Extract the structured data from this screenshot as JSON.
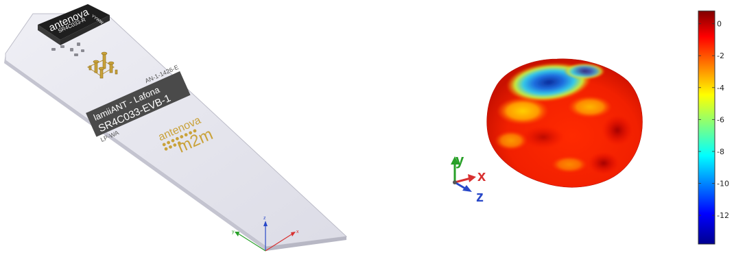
{
  "board": {
    "chip_brand": "antenova",
    "chip_part": "SR4C033-R",
    "chip_code": "YYWW",
    "product_line": "lamiiANT - Lafona",
    "product_code": "SR4C033-EVB-1",
    "doc_ref": "AN-1-1426-E",
    "variant": "LP-WA",
    "logo_brand": "antenova",
    "logo_m2m": "m2m",
    "triad_labels": {
      "x": "x",
      "y": "y",
      "z": "z"
    }
  },
  "pattern_axes": {
    "y": "y",
    "x": "x",
    "z": "z"
  },
  "colorbar": {
    "ticks": [
      "0",
      "-2",
      "-4",
      "-6",
      "-8",
      "-10",
      "-12"
    ],
    "tick_values": [
      0,
      -2,
      -4,
      -6,
      -8,
      -10,
      -12
    ],
    "range": [
      -13.8,
      0.8
    ],
    "colormap": "jet"
  },
  "colors": {
    "board": "#e6e6ef",
    "chip": "#2a2a2a",
    "gold": "#c9a23a",
    "axis_x": "#d83030",
    "axis_y": "#28a028",
    "axis_z": "#2848c8"
  }
}
